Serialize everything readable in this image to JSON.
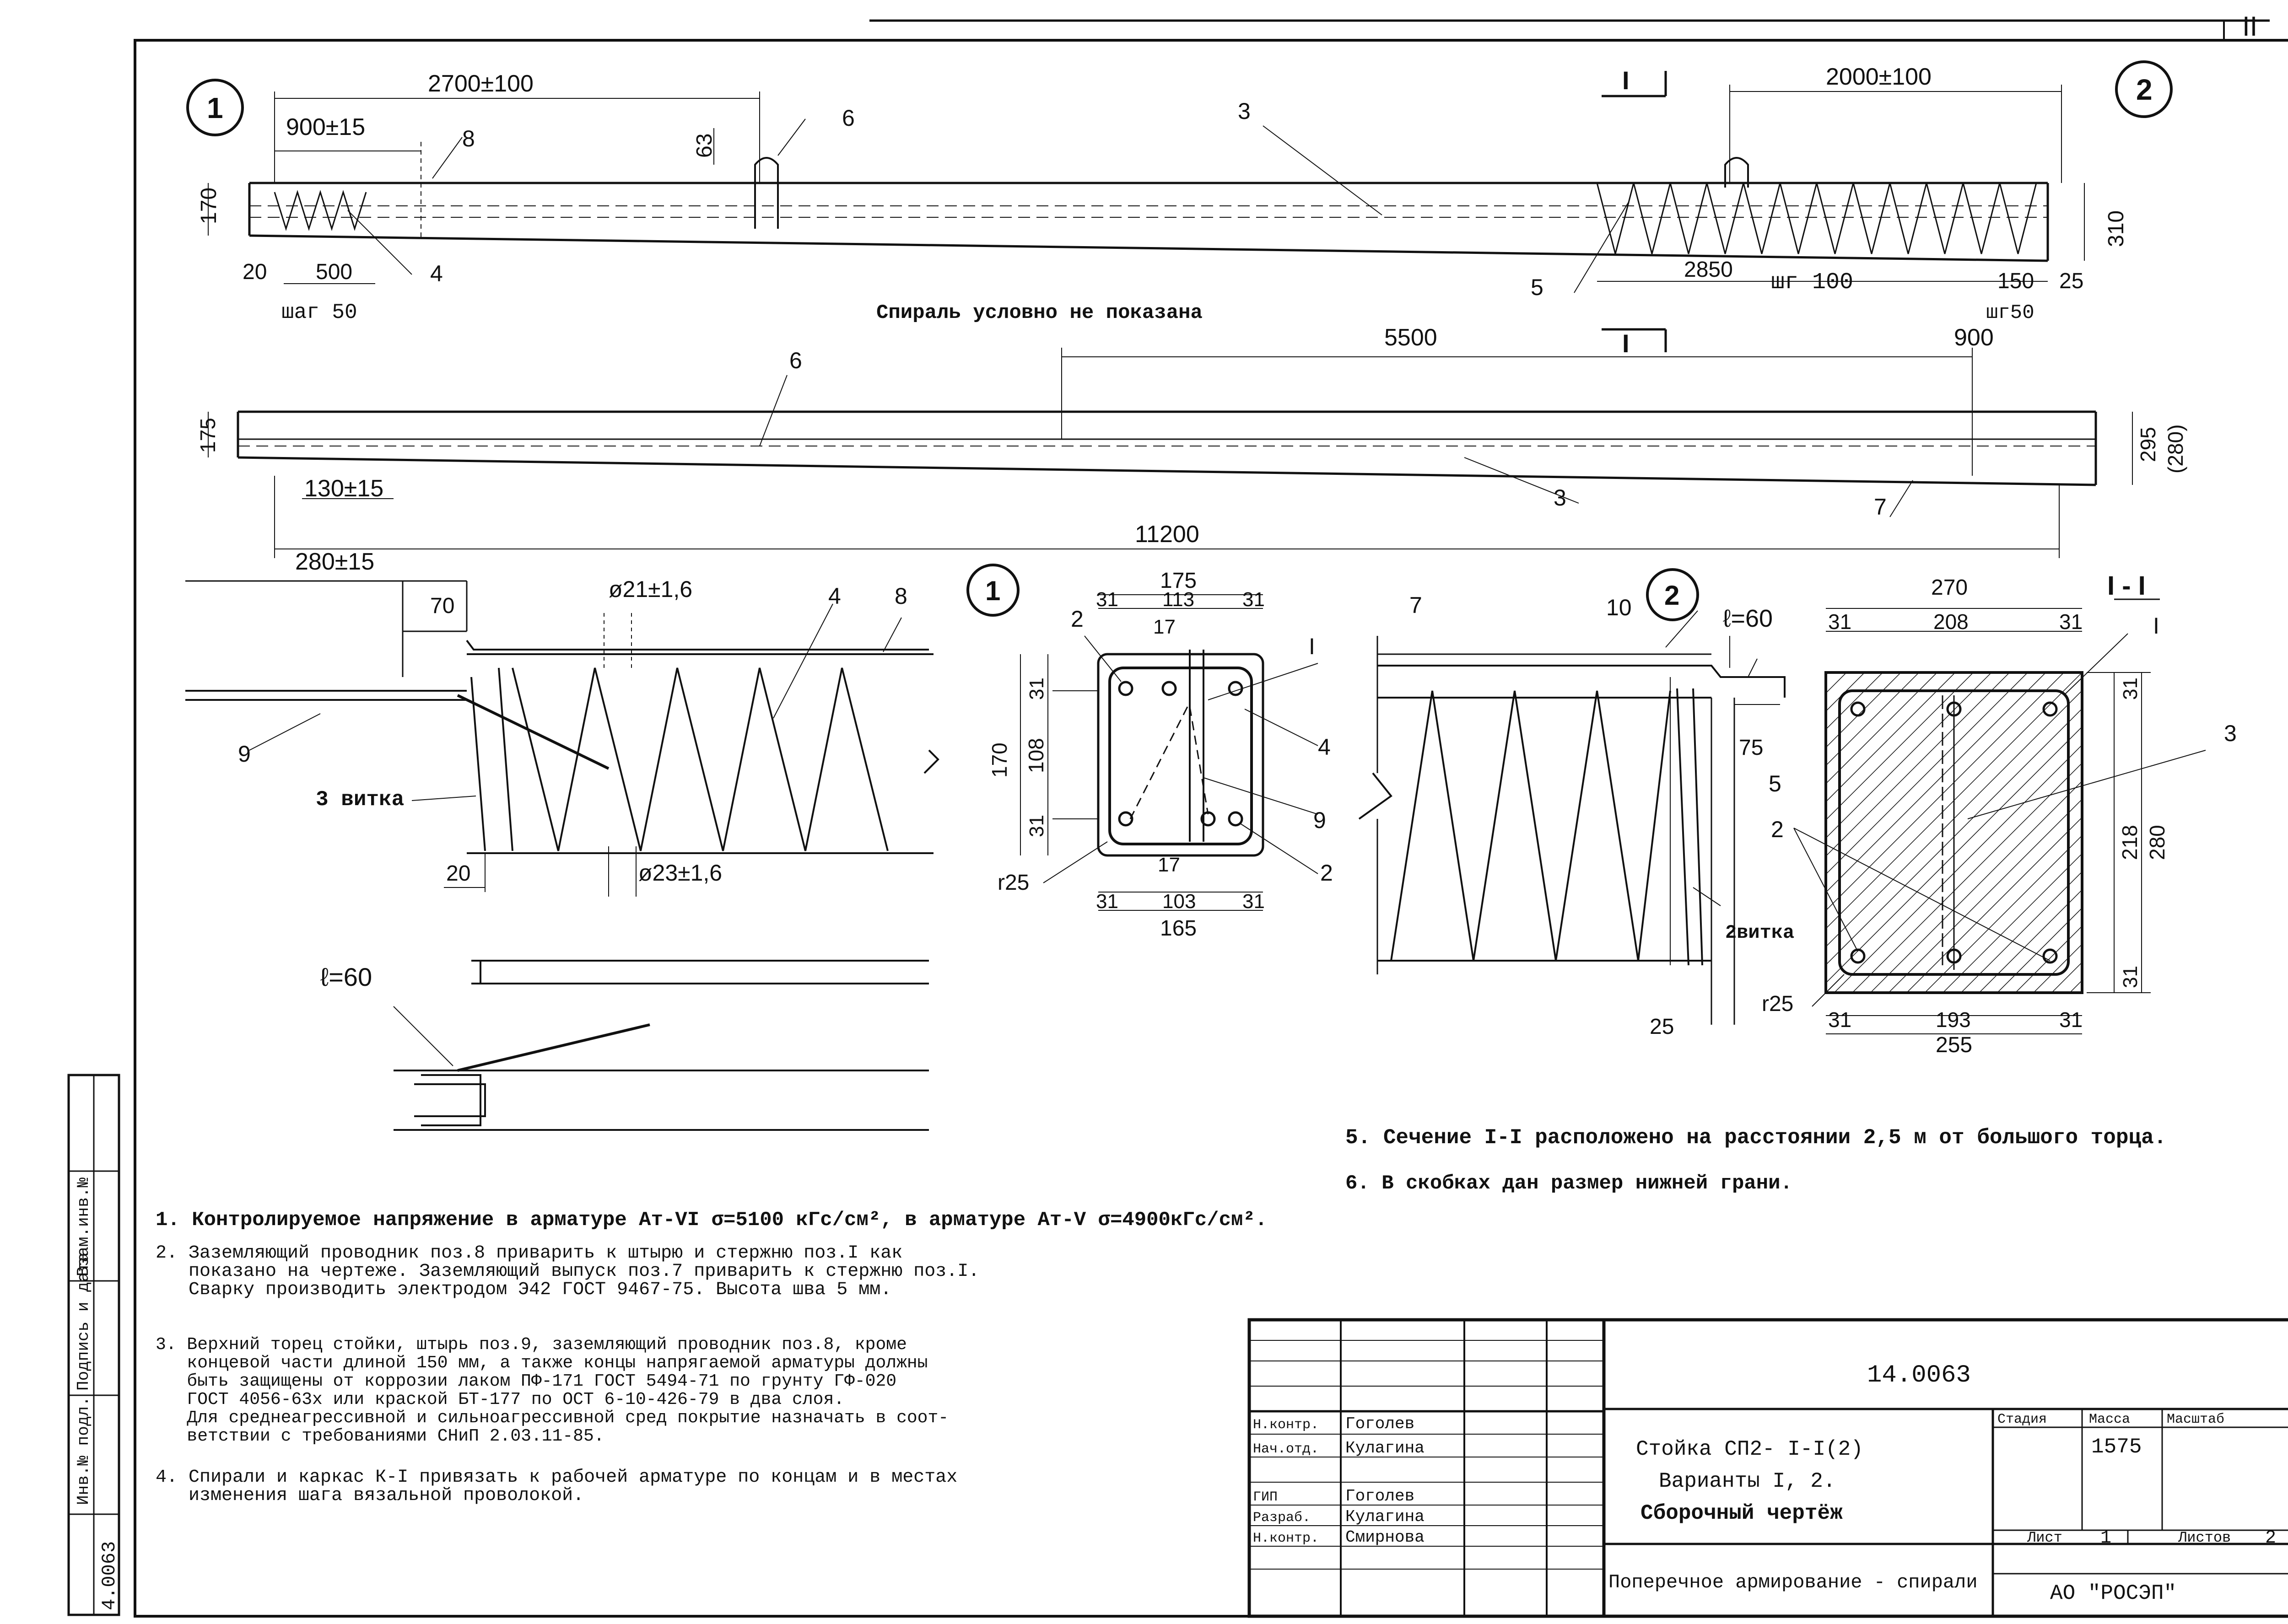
{
  "sheet_corner_label": "II",
  "view1": {
    "badge_1": "1",
    "badge_2": "2",
    "dim_2700": "2700±100",
    "dim_900": "900±15",
    "dim_170": "170",
    "dim_63": "63",
    "dim_2000": "2000±100",
    "dim_310": "310",
    "dim_20": "20",
    "dim_500": "500",
    "step_50": "шаг 50",
    "dim_2850": "2850",
    "step_100": "шг 100",
    "dim_150": "150",
    "dim_25": "25",
    "step_50b": "шг50",
    "section_mark": "I",
    "pos_8": "8",
    "pos_6": "6",
    "pos_3": "3",
    "pos_4": "4",
    "pos_5": "5",
    "spiral_note": "Спираль условно не показана"
  },
  "view2": {
    "pos_6": "6",
    "dim_5500": "5500",
    "dim_900": "900",
    "dim_175": "175",
    "dim_295": "295",
    "dim_280": "(280)",
    "dim_130": "130±15",
    "pos_3": "3",
    "pos_7": "7",
    "dim_11200": "11200",
    "dim_280b": "280±15"
  },
  "detail1": {
    "dim_70": "70",
    "dim_d21": "ø21±1,6",
    "pos_4": "4",
    "pos_8": "8",
    "pos_9": "9",
    "turns": "3 витка",
    "dim_20": "20",
    "dim_d23": "ø23±1,6"
  },
  "detail_lw": {
    "label": "ℓ=60"
  },
  "section1": {
    "badge": "1",
    "dim_175": "175",
    "dims_top": [
      "31",
      "113",
      "31"
    ],
    "dim_17a": "17",
    "pos_2": "2",
    "pos_I": "I",
    "pos_4": "4",
    "pos_9": "9",
    "pos_2b": "2",
    "dim_170": "170",
    "dim_31a": "31",
    "dim_108": "108",
    "dim_31b": "31",
    "dim_17b": "17",
    "dims_bottom": [
      "31",
      "103",
      "31"
    ],
    "dim_165": "165",
    "radius": "r25"
  },
  "detail2": {
    "badge": "2",
    "pos_7": "7",
    "pos_10": "10",
    "lw": "ℓ=60",
    "dim_75": "75",
    "pos_5": "5",
    "turns": "2витка",
    "dim_25": "25"
  },
  "sectionII": {
    "title": "I - I",
    "dim_270": "270",
    "dims_top": [
      "31",
      "208",
      "31"
    ],
    "pos_I": "I",
    "pos_3": "3",
    "pos_2": "2",
    "dim_31a": "31",
    "dim_218": "218",
    "dim_280": "280",
    "dim_31b": "31",
    "dims_bottom": [
      "31",
      "193",
      "31"
    ],
    "dim_255": "255",
    "radius": "r25"
  },
  "notes_right": [
    "5. Сечение I-I расположено на расстоянии 2,5 м от большого торца.",
    "6. В скобках дан размер нижней грани."
  ],
  "notes_left": [
    "1. Контролируемое напряжение в арматуре Ат-VI σ=5100 кГс/см², в арматуре Ат-V σ=4900кГс/см².",
    "2. Заземляющий проводник поз.8 приварить к штырю и стержню поз.I как\n   показано на чертеже. Заземляющий выпуск поз.7 приварить к стержню поз.I.\n   Сварку производить электродом Э42 ГОСТ 9467-75. Высота шва 5 мм.",
    "3. Верхний торец стойки, штырь поз.9, заземляющий проводник поз.8, кроме\n   концевой части длиной 150 мм, а также концы напрягаемой арматуры должны\n   быть защищены от коррозии лаком ПФ-171 ГОСТ 5494-71 по грунту ГФ-020\n   ГОСТ 4056-63х или краской БТ-177 по ОСТ 6-10-426-79 в два слоя.\n   Для среднеагрессивной и сильноагрессивной сред покрытие назначать в соот-\n   ветствии с требованиями СНиП 2.03.11-85.",
    "4. Спирали и каркас К-I привязать к рабочей арматуре по концам и в местах\n   изменения шага вязальной проволокой."
  ],
  "side_stamp": [
    "Инв.№ подл.",
    "Подпись и дата",
    "Взам.инв.№",
    "4.0063"
  ],
  "title_block": {
    "doc_number": "14.0063",
    "roles": [
      "Н.контр.",
      "Нач.отд.",
      "ГИП",
      "Разраб.",
      "Н.контр."
    ],
    "names": [
      "Гоголев",
      "Кулагина",
      "Гоголев",
      "Кулагина",
      "Смирнова"
    ],
    "product_title": [
      "Стойка СП2- I-I(2)",
      "Варианты I, 2.",
      "Сборочный чертёж"
    ],
    "head_stage": "Стадия",
    "head_mass": "Масса",
    "head_scale": "Масштаб",
    "mass": "1575",
    "sheet_label": "Лист",
    "sheet_no": "1",
    "sheets_label": "Листов",
    "sheets_total": "2",
    "subtitle": "Поперечное армирование - спирали",
    "org": "АО \"РОСЭП\""
  }
}
